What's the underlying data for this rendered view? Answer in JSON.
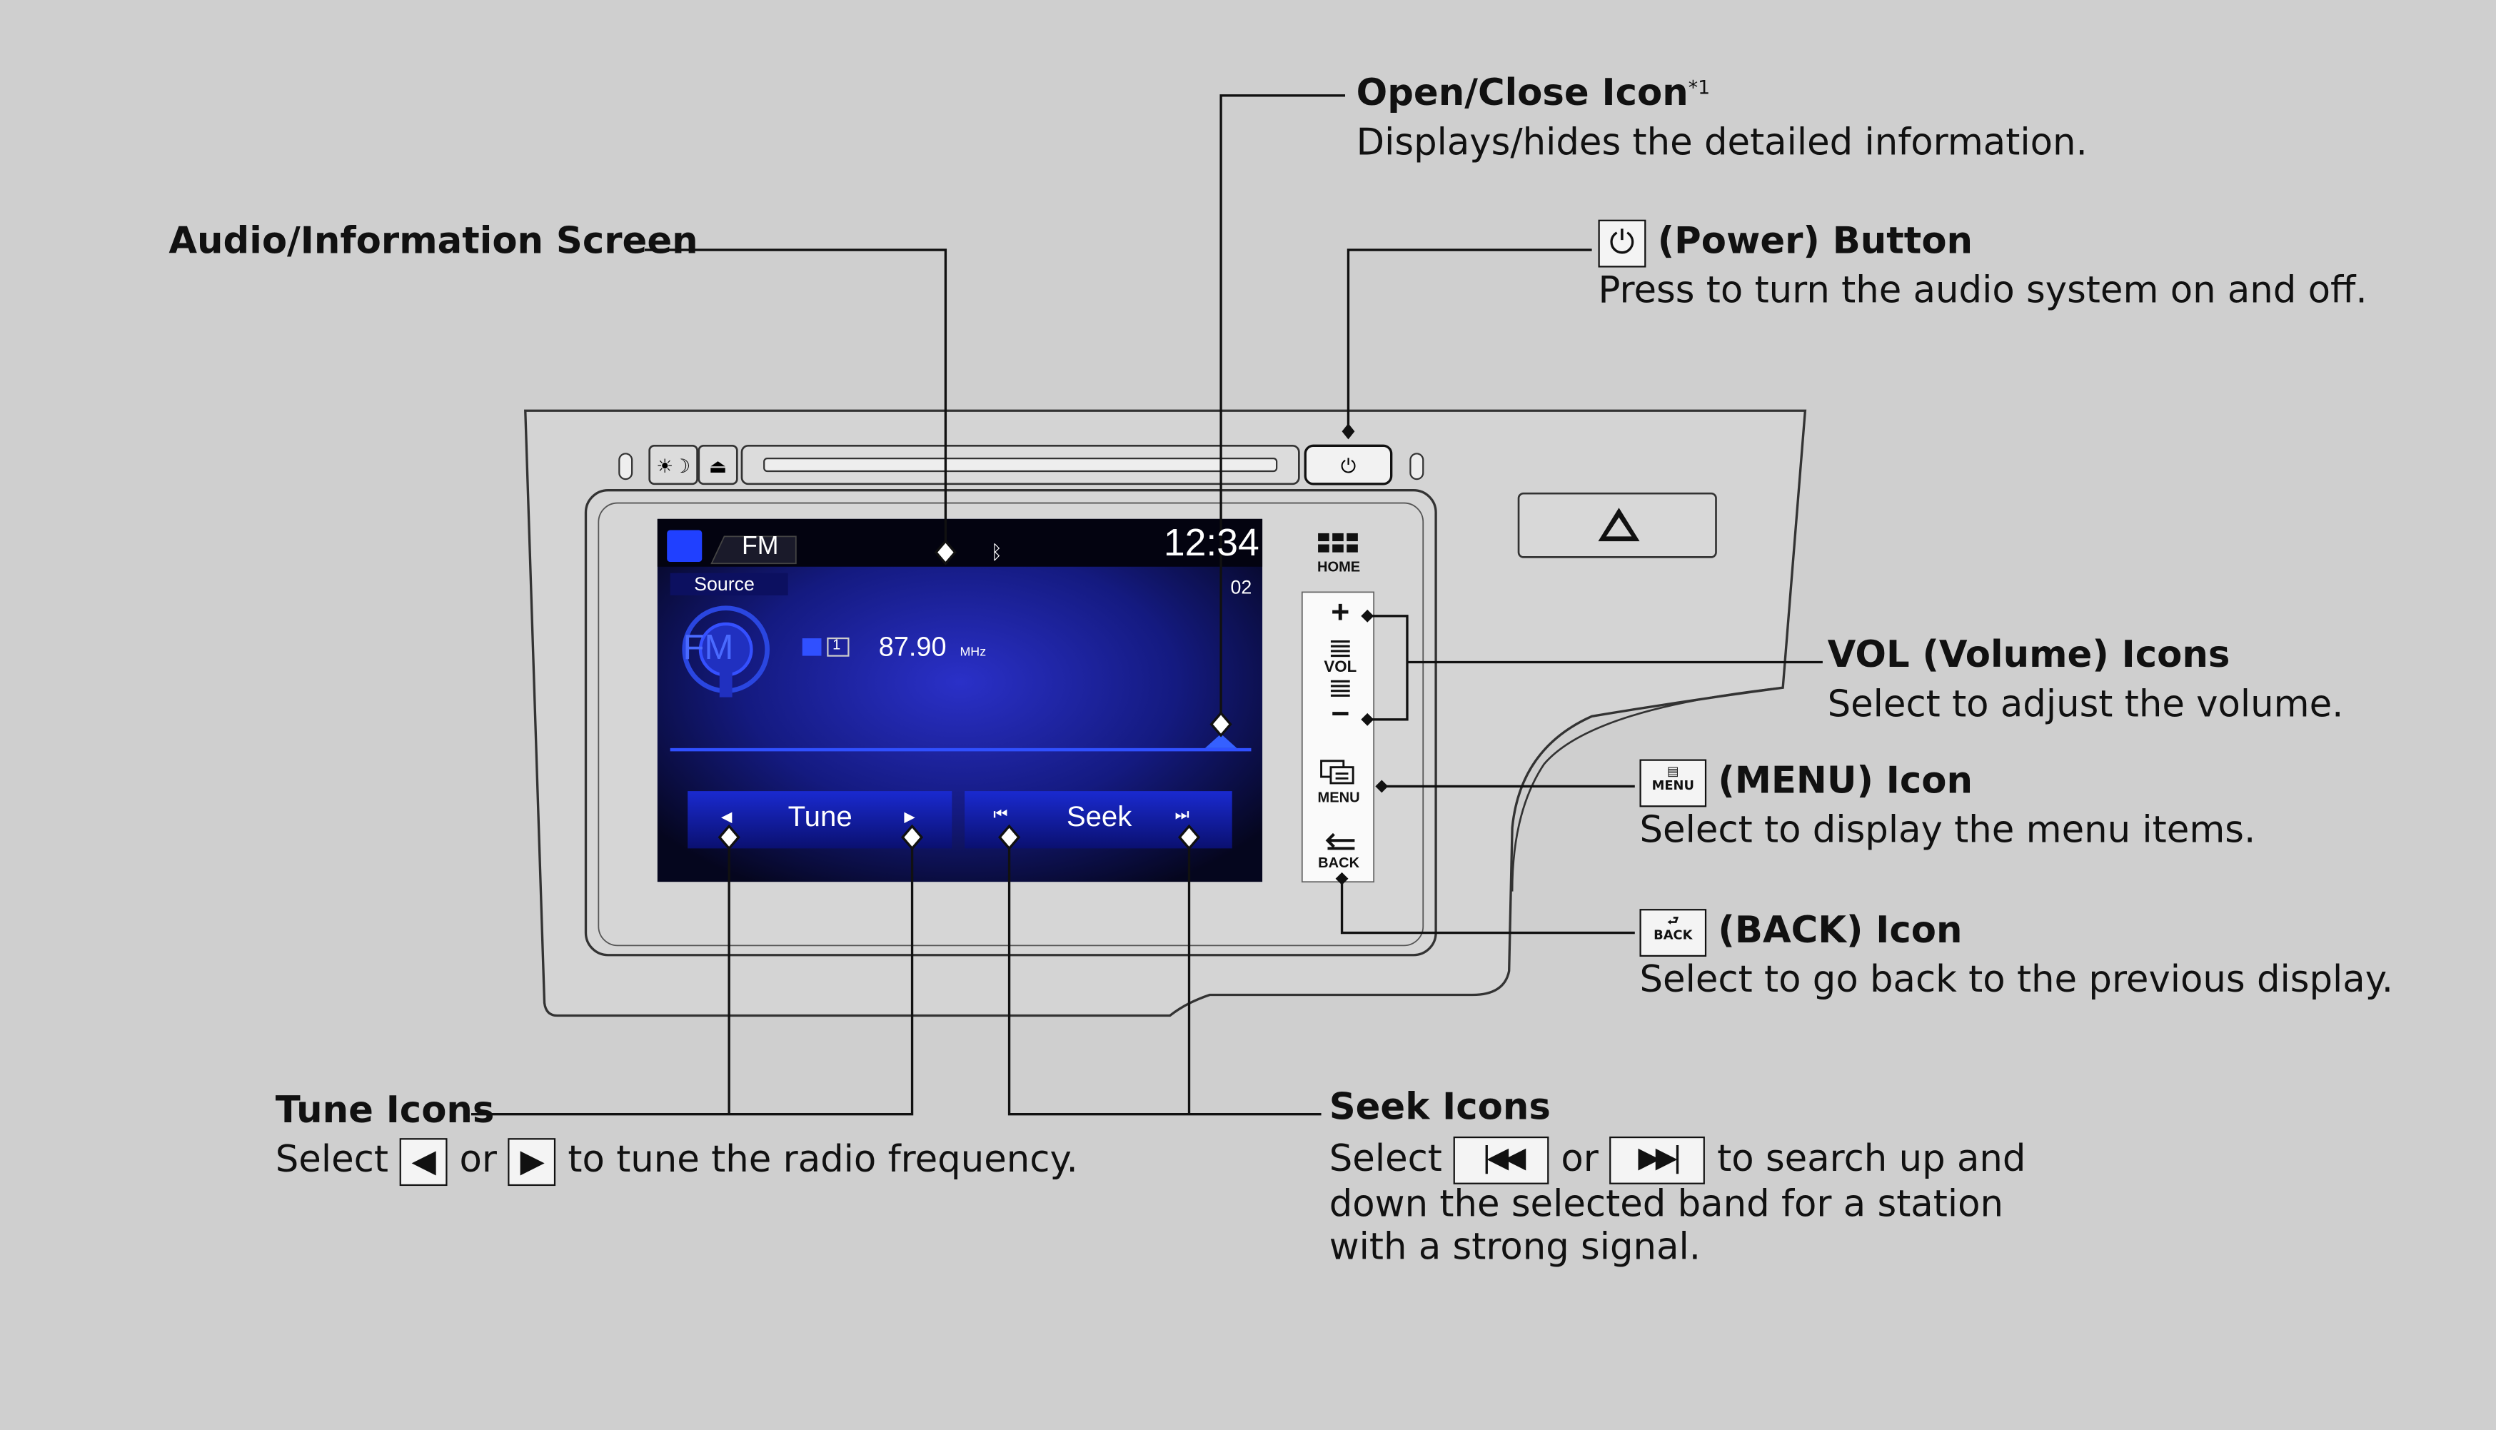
{
  "labels": {
    "open_close": {
      "title": "Open/Close Icon",
      "footnote": "*1",
      "desc": "Displays/hides the detailed information."
    },
    "audio_screen": {
      "title": "Audio/Information Screen"
    },
    "power": {
      "icon": "⏻",
      "title": "(Power) Button",
      "desc": "Press to turn the audio system on and off."
    },
    "vol": {
      "title": "VOL (Volume) Icons",
      "desc": "Select to adjust the volume."
    },
    "menu": {
      "icon_text": "MENU",
      "title": "(MENU) Icon",
      "desc": "Select to display the menu items."
    },
    "back": {
      "icon_text": "BACK",
      "title": "(BACK) Icon",
      "desc": "Select to go back to the previous display."
    },
    "tune": {
      "title": "Tune Icons",
      "desc_pre": "Select",
      "icon_left": "◀",
      "or": "or",
      "icon_right": "▶",
      "desc_post": "to tune the radio frequency."
    },
    "seek": {
      "title": "Seek Icons",
      "desc_pre": "Select",
      "icon_left": "|◀◀",
      "or": "or",
      "icon_right": "▶▶|",
      "desc_post": "to search up and",
      "desc_line2": "down the selected band for a station",
      "desc_line3": "with a strong signal."
    }
  },
  "screen": {
    "band": "FM",
    "time": "12:34",
    "source": "Source",
    "preset_num": "02",
    "frequency": "87.90",
    "unit": "MHz",
    "logo": "FM",
    "tune_label": "Tune",
    "seek_label": "Seek",
    "preset_badge": "1"
  },
  "panel": {
    "home_label": "HOME",
    "vol_label": "VOL",
    "menu_label": "MENU",
    "back_label": "BACK",
    "vol_plus": "+",
    "vol_minus": "−"
  },
  "colors": {
    "background": "#cfcfcf",
    "screen_dark": "#0a0a2a",
    "screen_blue": "#1020b0",
    "accent_blue": "#2a40ff"
  }
}
